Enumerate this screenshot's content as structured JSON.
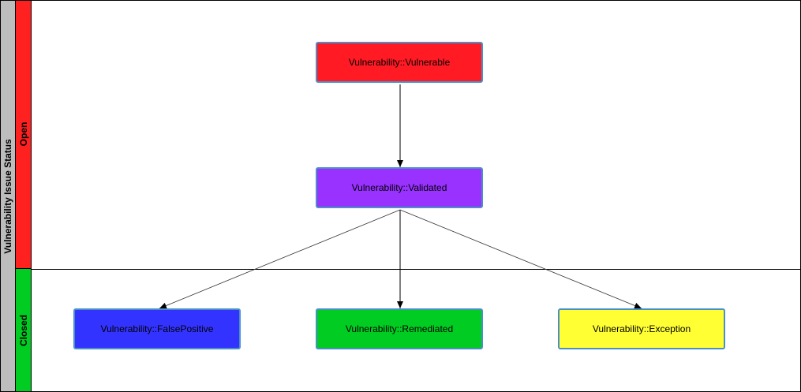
{
  "pool": {
    "label": "Vulnerability Issue Status",
    "color": "#bdbdbd"
  },
  "lanes": [
    {
      "label": "Open",
      "color": "#ff2020"
    },
    {
      "label": "Closed",
      "color": "#00cc22"
    }
  ],
  "nodes": [
    {
      "id": "vulnerable",
      "label": "Vulnerability::Vulnerable",
      "color": "#ff1a24"
    },
    {
      "id": "validated",
      "label": "Vulnerability::Validated",
      "color": "#9932ff"
    },
    {
      "id": "falsepositive",
      "label": "Vulnerability::FalsePositive",
      "color": "#3333ff"
    },
    {
      "id": "remediated",
      "label": "Vulnerability::Remediated",
      "color": "#00cc22"
    },
    {
      "id": "exception",
      "label": "Vulnerability::Exception",
      "color": "#ffff33"
    }
  ],
  "edges": [
    {
      "from": "vulnerable",
      "to": "validated"
    },
    {
      "from": "validated",
      "to": "falsepositive"
    },
    {
      "from": "validated",
      "to": "remediated"
    },
    {
      "from": "validated",
      "to": "exception"
    }
  ]
}
